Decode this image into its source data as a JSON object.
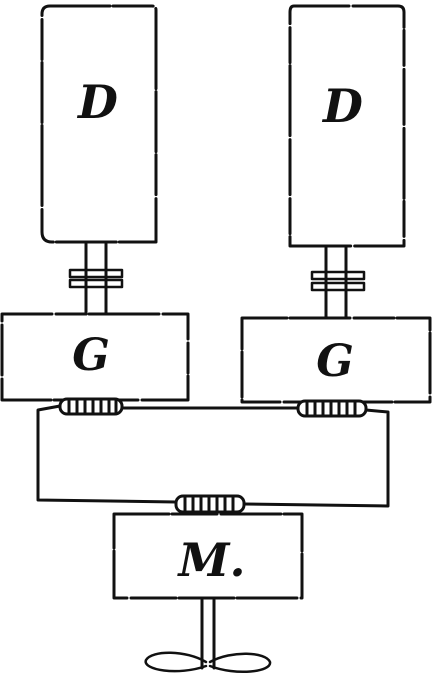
{
  "labels": {
    "engine_left": "D",
    "engine_right": "D",
    "generator_left": "G",
    "generator_right": "G",
    "motor": "M."
  },
  "colors": {
    "ink": "#111111",
    "paper": "#ffffff"
  }
}
